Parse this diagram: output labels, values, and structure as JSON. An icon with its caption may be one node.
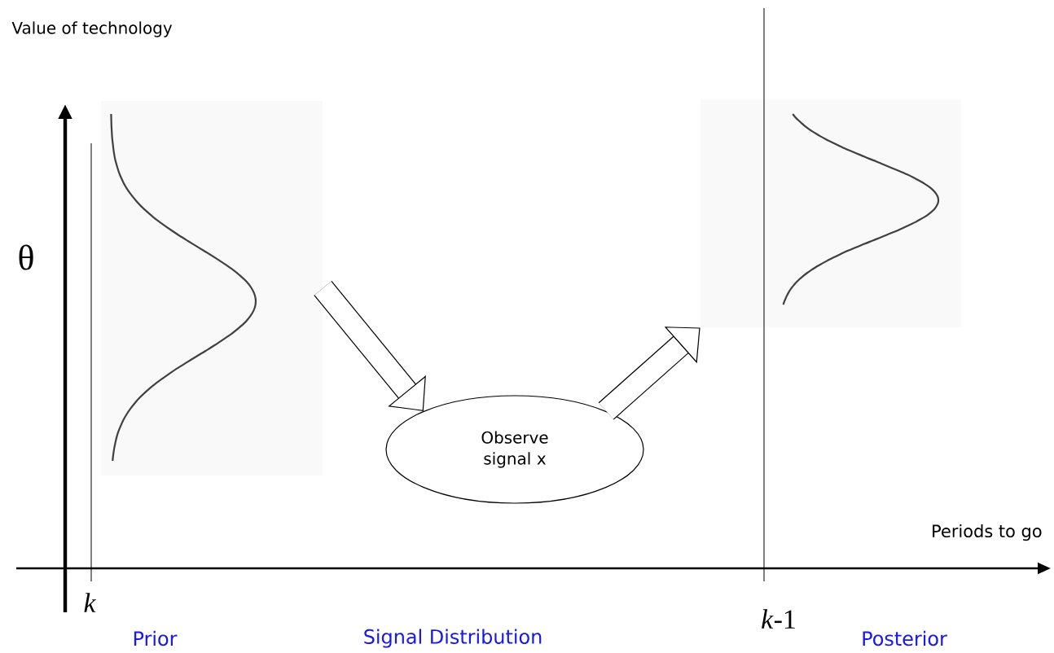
{
  "diagram": {
    "nodes": [
      {
        "text": [],
        "shape": "curve"
      },
      {
        "text": [
          "Observe signal x"
        ]
      },
      {
        "text": [],
        "shape": "curve"
      }
    ],
    "edges": [
      {
        "from": 0,
        "to": 1,
        "arrow": "to"
      },
      {
        "from": 1,
        "to": 2,
        "arrow": "to"
      }
    ],
    "labels": [
      "Value of technology",
      "θ",
      "Periods to go",
      "k",
      "*k*-1",
      "Prior",
      "Signal Distribution",
      "Posterior"
    ]
  }
}
